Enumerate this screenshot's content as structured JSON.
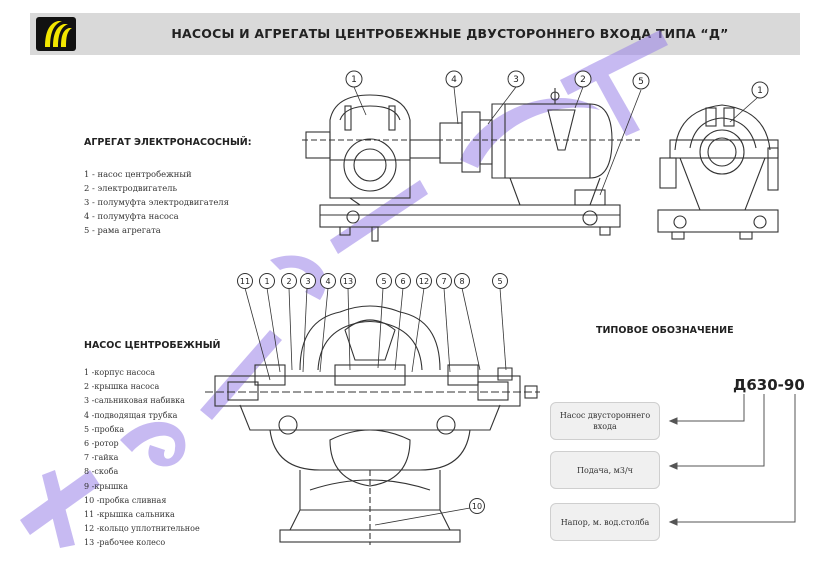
{
  "header": {
    "title": "НАСОСЫ И АГРЕГАТЫ ЦЕНТРОБЕЖНЫЕ ДВУСТОРОННЕГО ВХОДА ТИПА “Д”"
  },
  "aggregate": {
    "title": "АГРЕГАТ ЭЛЕКТРОНАСОСНЫЙ:",
    "items": [
      "1 - насос центробежный",
      "2 - электродвигатель",
      "3 - полумуфта электродвигателя",
      "4 - полумуфта насоса",
      "5 - рама агрегата"
    ],
    "callouts": [
      "1",
      "4",
      "3",
      "2",
      "5",
      "1"
    ]
  },
  "pump": {
    "title": "НАСОС ЦЕНТРОБЕЖНЫЙ",
    "items": [
      "1 -корпус насоса",
      "2 -крышка насоса",
      "3 -сальниковая набивка",
      "4 -подводящая трубка",
      "5 -пробка",
      "6 -ротор",
      "7 -гайка",
      "8 -скоба",
      "9 -крышка",
      "10 -пробка сливная",
      "11 -крышка сальника",
      "12 -кольцо уплотнительное",
      "13 -рабочее колесо"
    ],
    "callouts": [
      "11",
      "1",
      "2",
      "3",
      "4",
      "13",
      "5",
      "6",
      "12",
      "7",
      "8",
      "5",
      "10"
    ]
  },
  "designation": {
    "title": "ТИПОВОЕ ОБОЗНАЧЕНИЕ",
    "code": "Д630-90",
    "boxes": [
      "Насос  двустороннего входа",
      "Подача, м3/ч",
      "Напор, м. вод.столба"
    ]
  },
  "colors": {
    "header_bg": "#d9d9d9",
    "logo_bg": "#111111",
    "logo_stripes": "#f2e600",
    "watermark": "#9a82e8",
    "line": "#333333"
  }
}
